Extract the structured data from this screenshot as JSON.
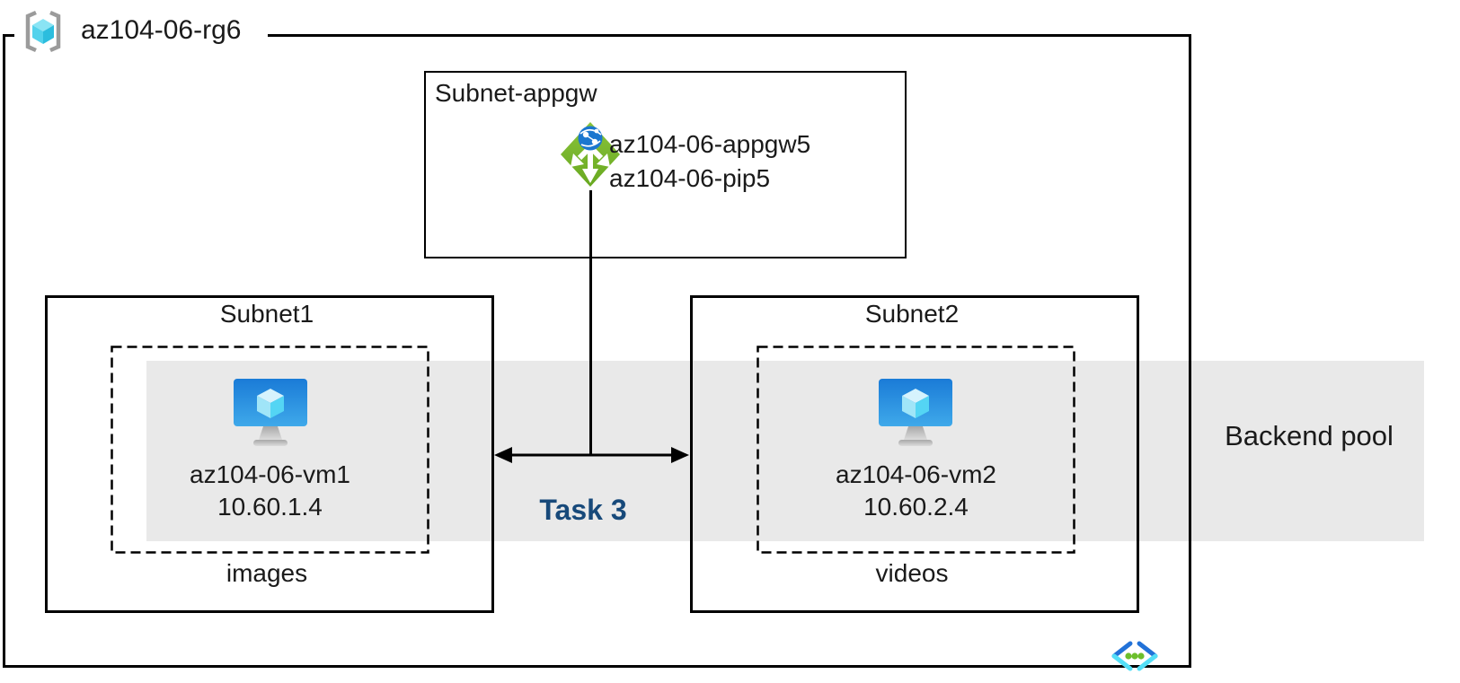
{
  "diagram": {
    "resource_group": {
      "label": "az104-06-rg6"
    },
    "appgw_subnet": {
      "title": "Subnet-appgw",
      "gateway_name": "az104-06-appgw5",
      "public_ip_name": "az104-06-pip5"
    },
    "subnet1": {
      "title": "Subnet1",
      "vm_name": "az104-06-vm1",
      "vm_ip": "10.60.1.4",
      "caption": "images"
    },
    "subnet2": {
      "title": "Subnet2",
      "vm_name": "az104-06-vm2",
      "vm_ip": "10.60.2.4",
      "caption": "videos"
    },
    "backend_pool": {
      "label": "Backend pool"
    },
    "task": {
      "label": "Task 3"
    },
    "icons": {
      "resource_group": "resource-group-icon",
      "application_gateway": "application-gateway-icon",
      "virtual_machine_1": "virtual-machine-icon",
      "virtual_machine_2": "virtual-machine-icon",
      "virtual_network": "virtual-network-icon"
    },
    "colors": {
      "task_label": "#17497A",
      "backend_band": "#E9E9E9",
      "appgw_green": "#78B82A",
      "appgw_globe_blue": "#1B77CF",
      "vm_screen_blue": "#1A7BD7",
      "cube_cyan": "#54D5F4",
      "vnet_dark_blue": "#2272D8",
      "vnet_cyan": "#54DFF7",
      "vnet_dot_green": "#6CBF2C",
      "rg_bracket_gray": "#9B9B9B",
      "border": "#000000"
    }
  }
}
